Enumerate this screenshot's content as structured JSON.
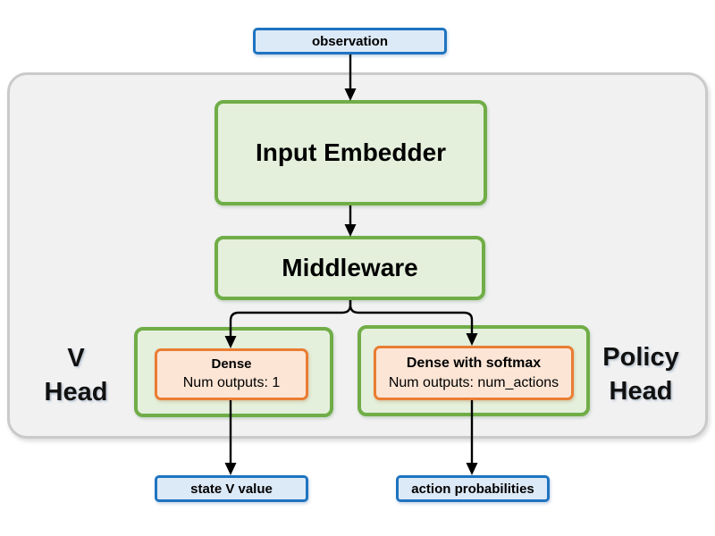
{
  "diagram": {
    "observation_label": "observation",
    "input_embedder_label": "Input Embedder",
    "middleware_label": "Middleware",
    "v_head": {
      "label_line1": "V",
      "label_line2": "Head",
      "dense_title": "Dense",
      "dense_subtitle": "Num outputs: 1",
      "output_label": "state V value"
    },
    "policy_head": {
      "label_line1": "Policy",
      "label_line2": "Head",
      "dense_title": "Dense with softmax",
      "dense_subtitle": "Num outputs: num_actions",
      "output_label": "action probabilities"
    }
  },
  "colors": {
    "blue_border": "#1e74c0",
    "blue_fill": "#dce9f6",
    "green_border": "#70ad47",
    "green_fill": "#e4f0dc",
    "orange_border": "#ea7d33",
    "orange_fill": "#fce5d5",
    "panel_fill": "#f1f1f2",
    "panel_border": "#c9cacb",
    "arrow_color": "#000000"
  }
}
